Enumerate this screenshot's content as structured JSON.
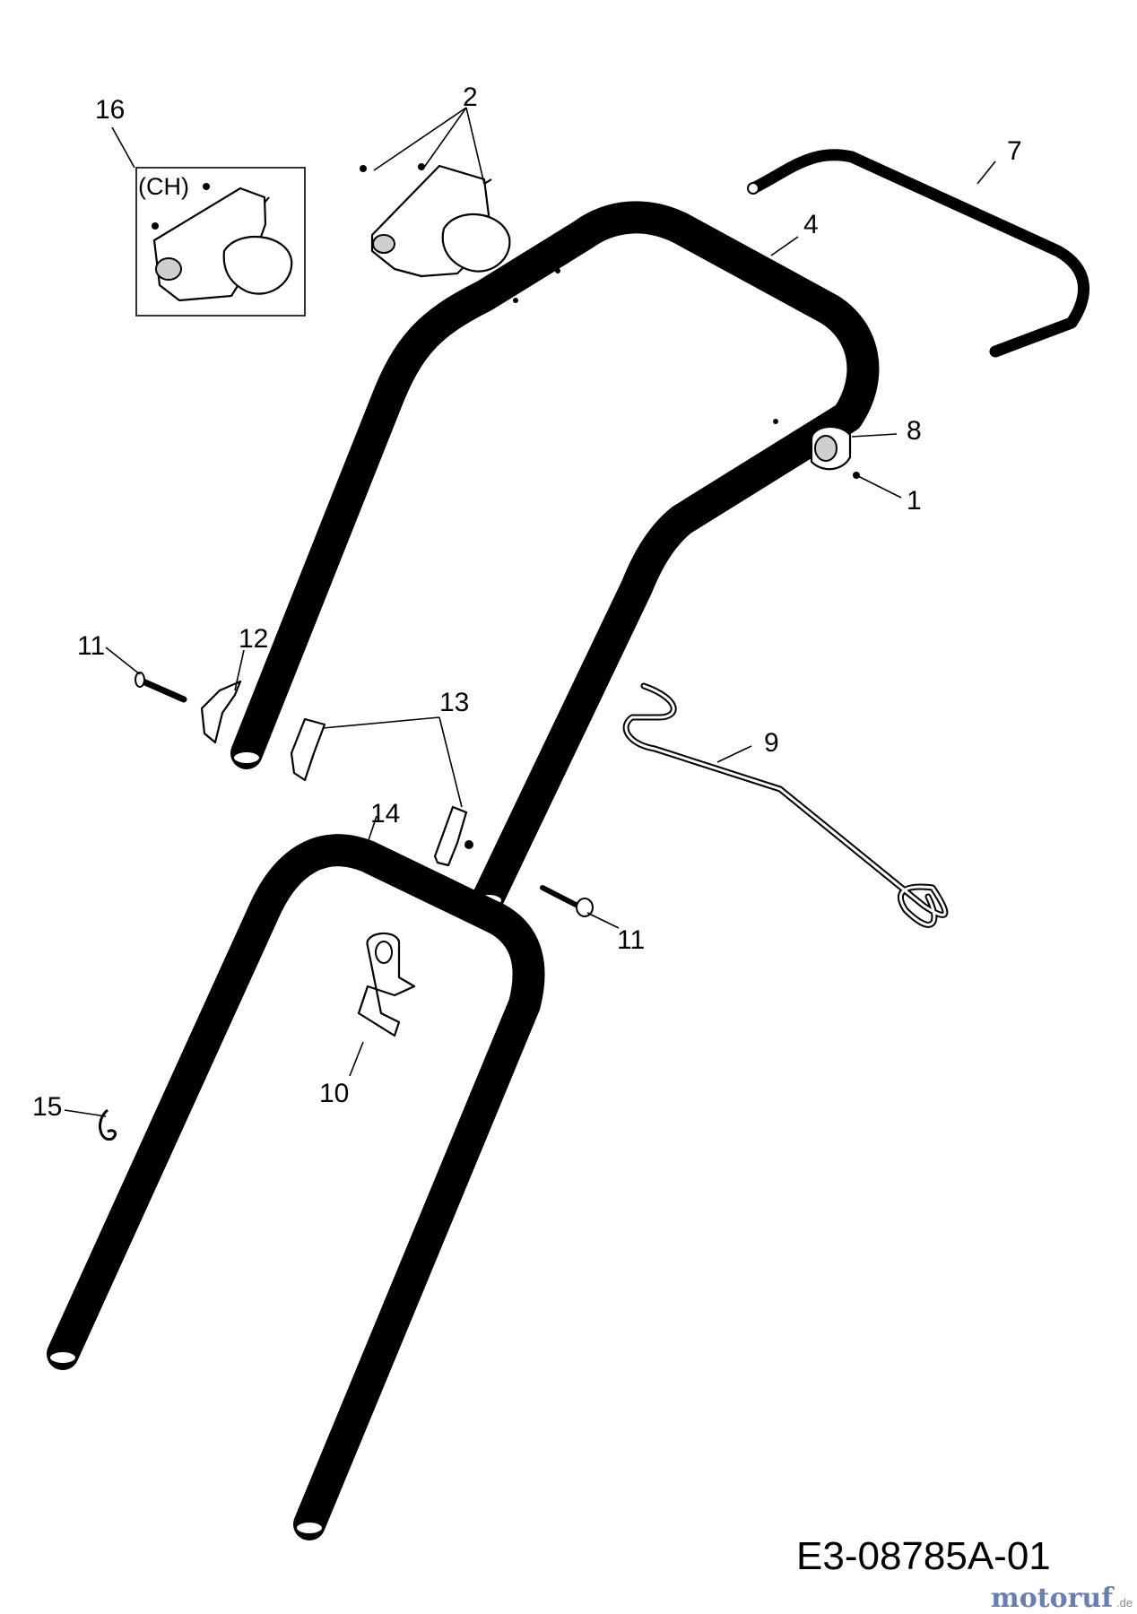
{
  "drawing_code": "E3-08785A-01",
  "region_tag": "(CH)",
  "watermark": {
    "brand": "motoruf",
    "tld": ".de",
    "brand_color": "#6a7fb0",
    "accent_color": "#e07a1f"
  },
  "callouts": {
    "c1": "1",
    "c2": "2",
    "c4": "4",
    "c7": "7",
    "c8": "8",
    "c9": "9",
    "c10": "10",
    "c11a": "11",
    "c11b": "11",
    "c12": "12",
    "c13": "13",
    "c14": "14",
    "c15": "15",
    "c16": "16"
  }
}
